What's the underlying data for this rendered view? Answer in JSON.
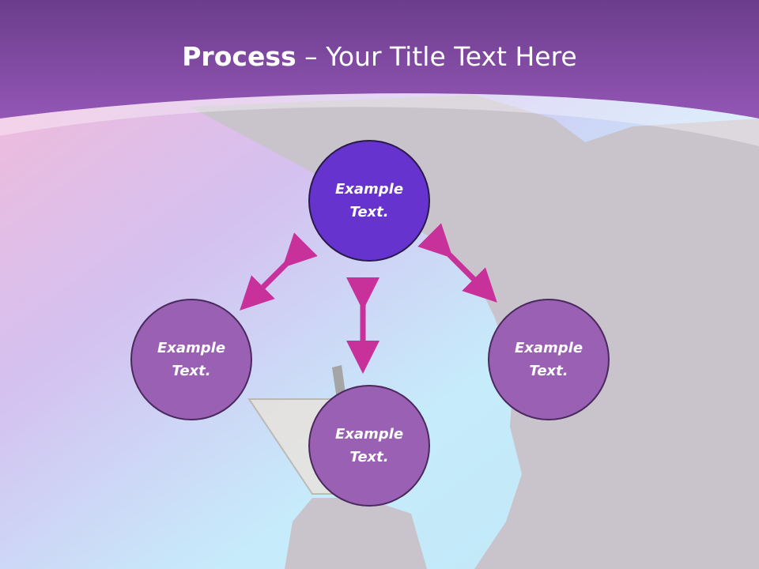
{
  "slide": {
    "title_strong": "Process",
    "title_rest": " – Your Title Text Here"
  },
  "nodes": [
    {
      "id": "top",
      "label": "Example\nText."
    },
    {
      "id": "left",
      "label": "Example\nText."
    },
    {
      "id": "right",
      "label": "Example\nText."
    },
    {
      "id": "bottom",
      "label": "Example\nText."
    }
  ],
  "colors": {
    "header": "#8a4fb0",
    "main_node": "#6733cf",
    "secondary_node": "#9a60b3",
    "arrow": "#c8309a",
    "silhouette": "#c9c3cb"
  }
}
